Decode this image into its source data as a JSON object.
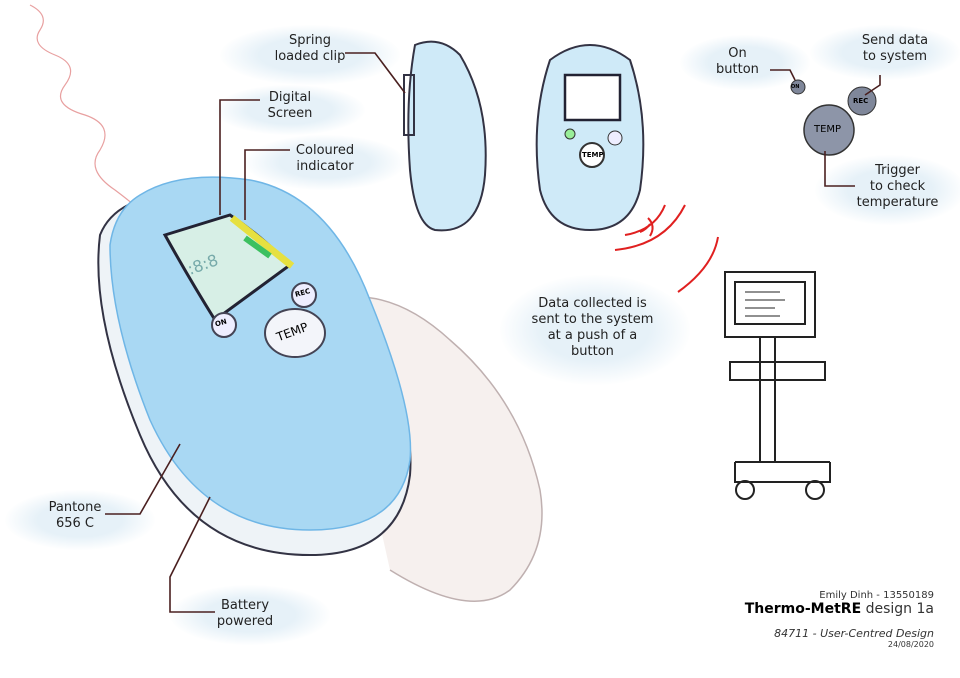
{
  "annotations": {
    "spring_clip": [
      "Spring",
      "loaded clip"
    ],
    "digital_screen": [
      "Digital",
      "Screen"
    ],
    "coloured_indicator": [
      "Coloured",
      "indicator"
    ],
    "on_button": [
      "On",
      "button"
    ],
    "send_data": [
      "Send data",
      "to system"
    ],
    "trigger": [
      "Trigger",
      "to check",
      "temperature"
    ],
    "data_collected": [
      "Data collected is",
      "sent to the system",
      "at a push of a",
      "button"
    ],
    "pantone": [
      "Pantone",
      "656 C"
    ],
    "battery": [
      "Battery",
      "powered"
    ]
  },
  "device_buttons": {
    "on": "ON",
    "rec": "REC",
    "temp": "TEMP"
  },
  "credits": {
    "author": "Emily Dinh - 13550189",
    "title_bold": "Thermo-MetRE",
    "title_rest": " design 1a",
    "course": "84711 - User-Centred Design",
    "date": "24/08/2020"
  },
  "colors": {
    "device": "#a9d8f3",
    "device_dark": "#6fb6e6",
    "signal": "#e02020",
    "button": "#8d95a8"
  }
}
